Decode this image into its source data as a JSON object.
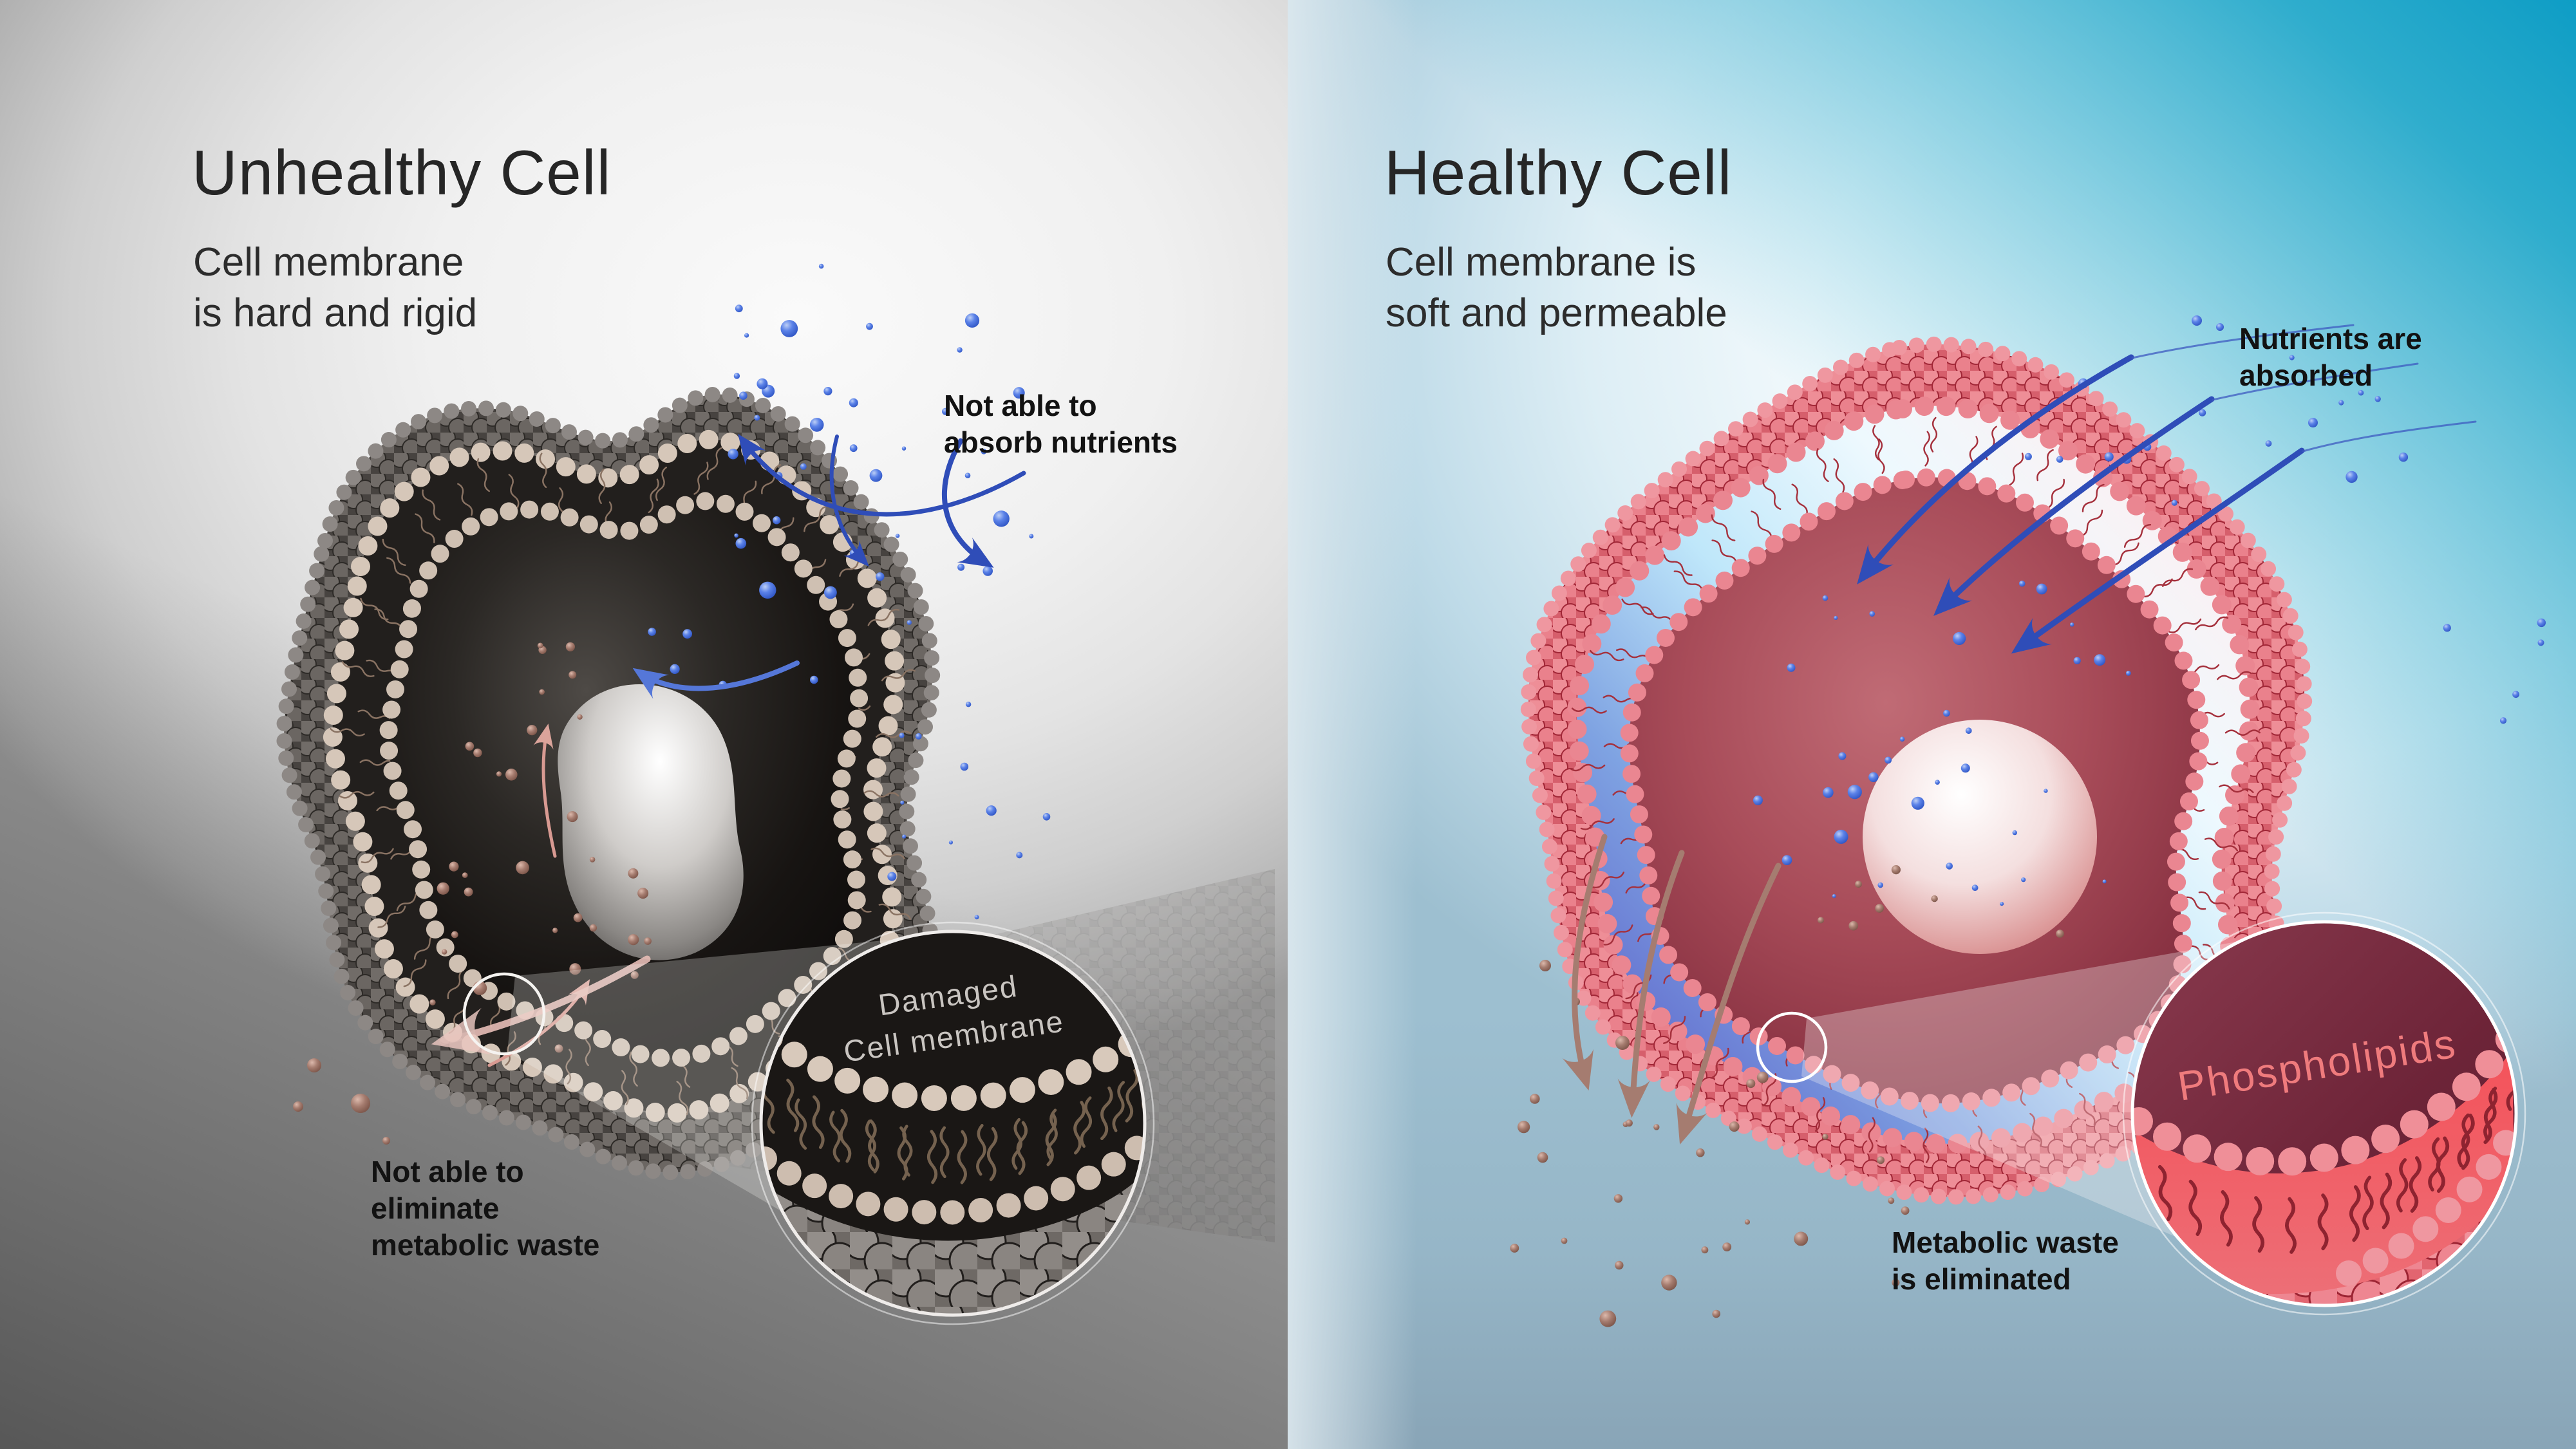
{
  "left": {
    "title": "Unhealthy Cell",
    "subtitle": [
      "Cell membrane",
      "is hard and rigid"
    ],
    "absorb_label": [
      "Not able to",
      "absorb nutrients"
    ],
    "waste_label": [
      "Not able to",
      "eliminate",
      "metabolic waste"
    ],
    "magnifier_label": [
      "Damaged",
      "Cell membrane"
    ]
  },
  "right": {
    "title": "Healthy Cell",
    "subtitle": [
      "Cell membrane is",
      "soft and permeable"
    ],
    "nutrient_label": [
      "Nutrients are",
      "absorbed"
    ],
    "waste_label": [
      "Metabolic waste",
      "is eliminated"
    ],
    "magnifier_label": "Phospholipids"
  },
  "colors": {
    "nutrient_dot_blue": "#4a6fd8",
    "waste_dot_brown": "#a1756a",
    "absorb_arrow_blue": "#2f4db8",
    "waste_arrow_brown": "#a57c70",
    "blocked_arrow_pink": "#dba49b",
    "healthy_membrane_pink": "#e4717e",
    "unhealthy_membrane_gray": "#55504c",
    "background_teal": "#149cc2",
    "phospholipid_label_salmon": "#ef7b7d",
    "damaged_label_gray": "#c9c5c1"
  },
  "icons": {
    "left_magnifier": "lens-circle",
    "right_magnifier": "lens-circle",
    "nutrient_dots": "blue-sphere",
    "waste_dots": "brown-sphere"
  }
}
